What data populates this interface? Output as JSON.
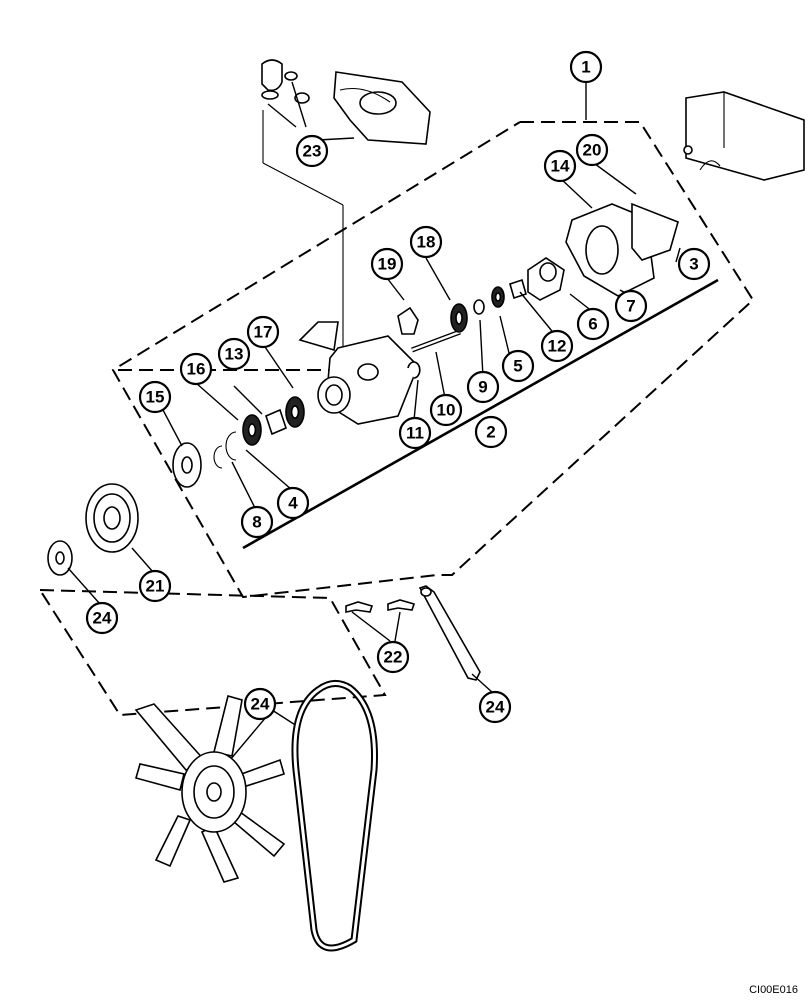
{
  "callouts": [
    {
      "number": "1"
    },
    {
      "number": "2"
    },
    {
      "number": "3"
    },
    {
      "number": "4"
    },
    {
      "number": "5"
    },
    {
      "number": "6"
    },
    {
      "number": "7"
    },
    {
      "number": "8"
    },
    {
      "number": "9"
    },
    {
      "number": "10"
    },
    {
      "number": "11"
    },
    {
      "number": "12"
    },
    {
      "number": "13"
    },
    {
      "number": "14"
    },
    {
      "number": "15"
    },
    {
      "number": "16"
    },
    {
      "number": "17"
    },
    {
      "number": "18"
    },
    {
      "number": "19"
    },
    {
      "number": "20"
    },
    {
      "number": "21"
    },
    {
      "number": "22"
    },
    {
      "number": "23"
    },
    {
      "number": "24"
    },
    {
      "number": "24"
    },
    {
      "number": "24"
    }
  ],
  "figure_code": "CI00E016"
}
